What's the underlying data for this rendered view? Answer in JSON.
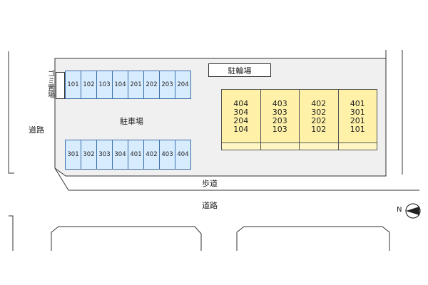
{
  "labels": {
    "road_left": "道路",
    "road_bottom": "道路",
    "sidewalk": "歩道",
    "parking": "駐車場",
    "bicycle_parking": "駐輪場",
    "garbage": "ゴミ置場",
    "north": "N"
  },
  "parking_row_top": [
    "101",
    "102",
    "103",
    "104",
    "201",
    "202",
    "203",
    "204"
  ],
  "parking_row_bottom": [
    "301",
    "302",
    "303",
    "304",
    "401",
    "402",
    "403",
    "404"
  ],
  "building": [
    [
      "404",
      "304",
      "204",
      "104"
    ],
    [
      "403",
      "303",
      "203",
      "103"
    ],
    [
      "402",
      "302",
      "202",
      "102"
    ],
    [
      "401",
      "301",
      "201",
      "101"
    ]
  ],
  "colors": {
    "parking_fill": "#d8ecff",
    "parking_border": "#3b6ea8",
    "building_fill": "#fff2a8",
    "lot_fill": "#f0f0f0"
  },
  "icons": [
    "north-compass-icon"
  ]
}
